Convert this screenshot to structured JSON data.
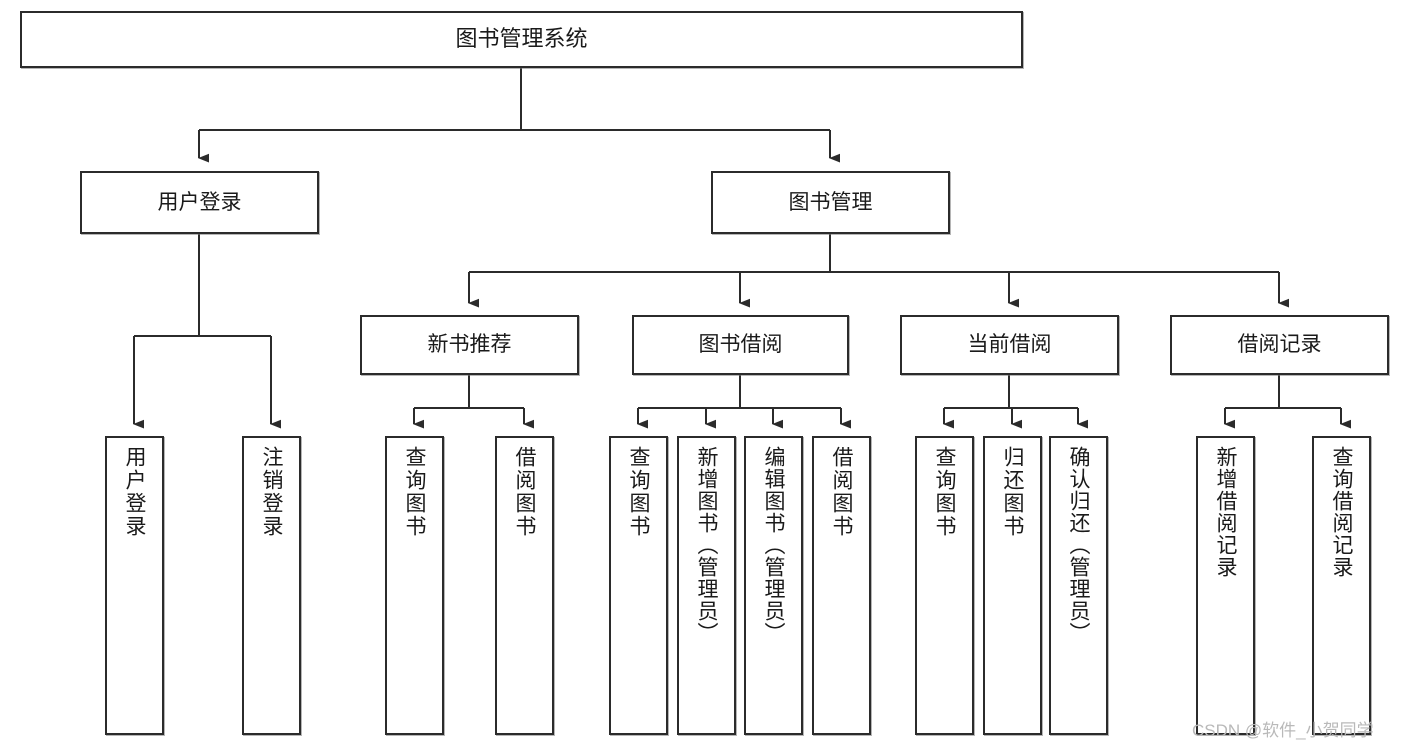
{
  "diagram": {
    "title": "图书管理系统",
    "type": "tree",
    "watermark": "CSDN @软件_小贺同学",
    "colors": {
      "node_border": "#2b2b2b",
      "node_fill": "#ffffff",
      "edge": "#2b2b2b",
      "text": "#1a1a1a",
      "watermark": "#b9b9b9",
      "background": "#ffffff"
    },
    "nodes": {
      "root": {
        "label": "图书管理系统",
        "level": 0,
        "orientation": "horizontal"
      },
      "user_login": {
        "label": "用户登录",
        "level": 1,
        "orientation": "horizontal"
      },
      "book_manage": {
        "label": "图书管理",
        "level": 1,
        "orientation": "horizontal"
      },
      "new_book_rec": {
        "label": "新书推荐",
        "level": 2,
        "orientation": "horizontal"
      },
      "book_borrow": {
        "label": "图书借阅",
        "level": 2,
        "orientation": "horizontal"
      },
      "current_borrow": {
        "label": "当前借阅",
        "level": 2,
        "orientation": "horizontal"
      },
      "borrow_record": {
        "label": "借阅记录",
        "level": 2,
        "orientation": "horizontal"
      },
      "leaf_user_login": {
        "label": "用户登录",
        "level": 3,
        "orientation": "vertical"
      },
      "leaf_logout": {
        "label": "注销登录",
        "level": 3,
        "orientation": "vertical"
      },
      "leaf_rec_query_book": {
        "label": "查询图书",
        "level": 3,
        "orientation": "vertical"
      },
      "leaf_rec_borrow_book": {
        "label": "借阅图书",
        "level": 3,
        "orientation": "vertical"
      },
      "leaf_bb_query_book": {
        "label": "查询图书",
        "level": 3,
        "orientation": "vertical"
      },
      "leaf_bb_add_book": {
        "label": "新增图书（管理员）",
        "level": 3,
        "orientation": "vertical"
      },
      "leaf_bb_edit_book": {
        "label": "编辑图书（管理员）",
        "level": 3,
        "orientation": "vertical"
      },
      "leaf_bb_borrow_book": {
        "label": "借阅图书",
        "level": 3,
        "orientation": "vertical"
      },
      "leaf_cb_query_book": {
        "label": "查询图书",
        "level": 3,
        "orientation": "vertical"
      },
      "leaf_cb_return_book": {
        "label": "归还图书",
        "level": 3,
        "orientation": "vertical"
      },
      "leaf_cb_confirm_return": {
        "label": "确认归还（管理员）",
        "level": 3,
        "orientation": "vertical"
      },
      "leaf_br_add_record": {
        "label": "新增借阅记录",
        "level": 3,
        "orientation": "vertical"
      },
      "leaf_br_query_record": {
        "label": "查询借阅记录",
        "level": 3,
        "orientation": "vertical"
      }
    },
    "edges": [
      {
        "from": "root",
        "to": "user_login"
      },
      {
        "from": "root",
        "to": "book_manage"
      },
      {
        "from": "user_login",
        "to": "leaf_user_login"
      },
      {
        "from": "user_login",
        "to": "leaf_logout"
      },
      {
        "from": "book_manage",
        "to": "new_book_rec"
      },
      {
        "from": "book_manage",
        "to": "book_borrow"
      },
      {
        "from": "book_manage",
        "to": "current_borrow"
      },
      {
        "from": "book_manage",
        "to": "borrow_record"
      },
      {
        "from": "new_book_rec",
        "to": "leaf_rec_query_book"
      },
      {
        "from": "new_book_rec",
        "to": "leaf_rec_borrow_book"
      },
      {
        "from": "book_borrow",
        "to": "leaf_bb_query_book"
      },
      {
        "from": "book_borrow",
        "to": "leaf_bb_add_book"
      },
      {
        "from": "book_borrow",
        "to": "leaf_bb_edit_book"
      },
      {
        "from": "book_borrow",
        "to": "leaf_bb_borrow_book"
      },
      {
        "from": "current_borrow",
        "to": "leaf_cb_query_book"
      },
      {
        "from": "current_borrow",
        "to": "leaf_cb_return_book"
      },
      {
        "from": "current_borrow",
        "to": "leaf_cb_confirm_return"
      },
      {
        "from": "borrow_record",
        "to": "leaf_br_add_record"
      },
      {
        "from": "borrow_record",
        "to": "leaf_br_query_record"
      }
    ]
  }
}
